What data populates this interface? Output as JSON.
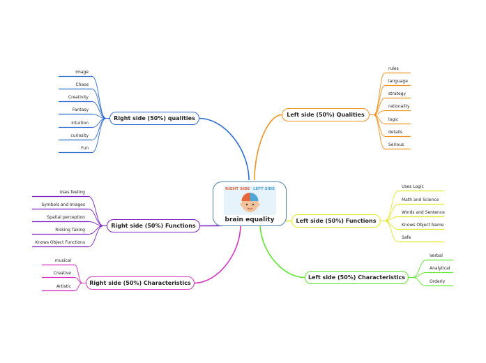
{
  "central": {
    "title": "brain equality",
    "image_label_right": "RIGHT SIDE",
    "image_label_left": "LEFT SIDE"
  },
  "branches": [
    {
      "id": "rq",
      "label": "Right side (50%) qualities",
      "color": "#2b6cd4",
      "leaves": [
        "Image",
        "Chaos",
        "Creativity",
        "Fantasy",
        "intuition",
        "curiosity",
        "Fun"
      ]
    },
    {
      "id": "rf",
      "label": "Right side (50%) Functions",
      "color": "#7a1fc2",
      "leaves": [
        "Uses feeling",
        "Symbols and Images",
        "Spatial perception",
        "Risking Taking",
        "Knows Object Functions"
      ]
    },
    {
      "id": "rc",
      "label": "Right side (50%) Characteristics",
      "color": "#d633c4",
      "leaves": [
        "musical",
        "Creative",
        "Artistic"
      ]
    },
    {
      "id": "lq",
      "label": "Left side (50%) Qualities",
      "color": "#f3921f",
      "leaves": [
        "rules",
        "language",
        "strategy",
        "rationality",
        "logic",
        "details",
        "Serious"
      ]
    },
    {
      "id": "lf",
      "label": "Left side (50%) Functions",
      "color": "#e2e822",
      "leaves": [
        "Uses Logic",
        "Math and Science",
        "Words and Sentence",
        "Knows Object Name",
        "Safe"
      ]
    },
    {
      "id": "lc",
      "label": "Left side (50%) Characteristics",
      "color": "#5be82a",
      "leaves": [
        "Verbal",
        "Analytical",
        "Orderly"
      ]
    }
  ]
}
